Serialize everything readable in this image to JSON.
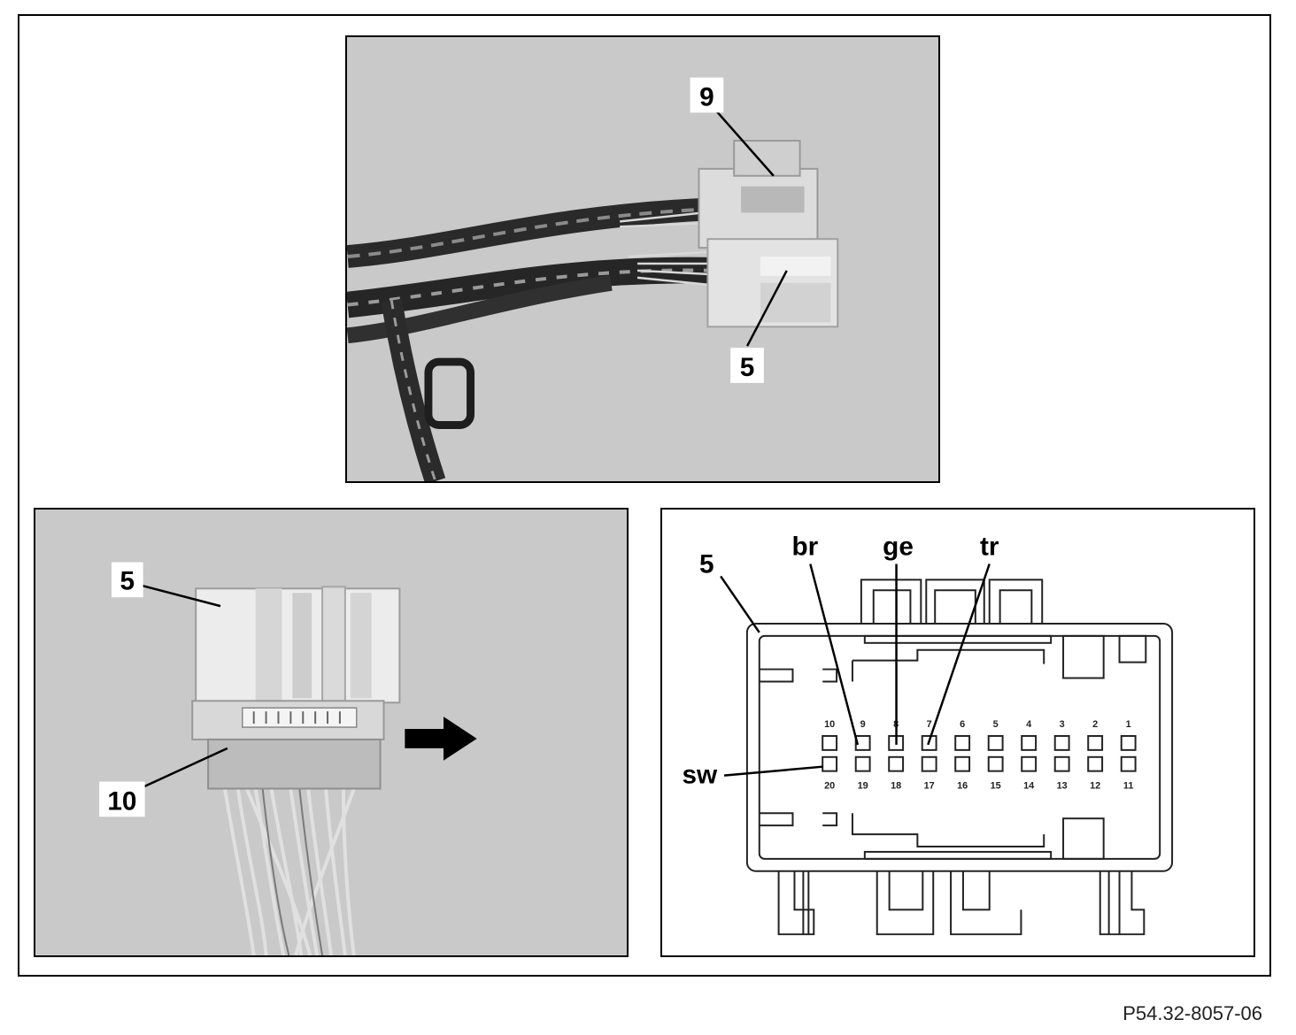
{
  "figure_code": "P54.32-8057-06",
  "top_photo": {
    "callouts": [
      "9",
      "5"
    ]
  },
  "left_photo": {
    "callouts": [
      "5",
      "10"
    ],
    "arrow_icon": "arrow-right-icon"
  },
  "pinout": {
    "connector_label": "5",
    "wire_labels": {
      "br": "br",
      "ge": "ge",
      "tr": "tr",
      "sw": "sw"
    },
    "top_row_pins": [
      "10",
      "9",
      "8",
      "7",
      "6",
      "5",
      "4",
      "3",
      "2",
      "1"
    ],
    "bottom_row_pins": [
      "20",
      "19",
      "18",
      "17",
      "16",
      "15",
      "14",
      "13",
      "12",
      "11"
    ]
  }
}
